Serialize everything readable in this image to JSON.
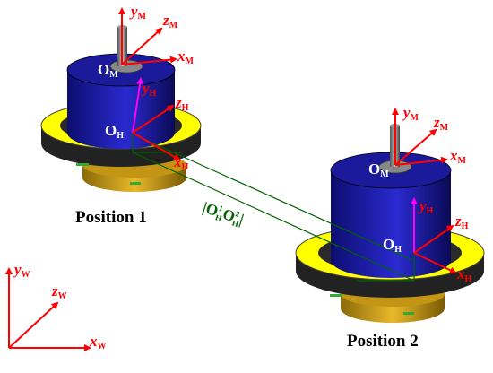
{
  "labels": {
    "position_1": "Position 1",
    "position_2": "Position 2",
    "axis_y": "y",
    "axis_z": "z",
    "axis_x": "x",
    "origin": "O",
    "sub_M": "M",
    "sub_H": "H",
    "sub_W": "W",
    "distance_bar": "|",
    "distance_O": "O",
    "distance_sup1": "1",
    "distance_sup2": "2"
  },
  "colors": {
    "axis": "#ff0000",
    "vertical_axis": "#ff00ff",
    "distance_line": "#006400",
    "body": "#1a1aa0",
    "ring": "#ffff00",
    "base": "#d4a017",
    "shaft": "#808080"
  }
}
